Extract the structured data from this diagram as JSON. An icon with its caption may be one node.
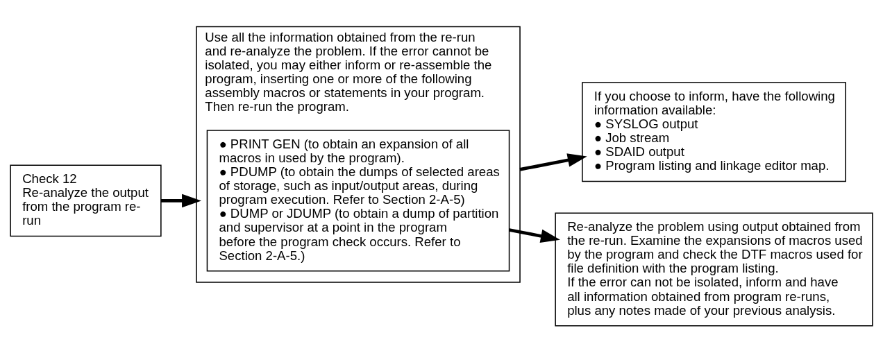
{
  "diagram": {
    "nodes": [
      {
        "text": [
          "Check 12",
          "Re-analyze the output from the program re-run"
        ]
      },
      {
        "text": [
          "Use all the information obtained from the re-run and re-analyze the problem. If the error cannot be isolated, you may either inform or re-assemble the program, inserting one or more of the following assembly macros or statements in your program. Then re-run the program."
        ]
      },
      {
        "text": [
          "● PRINT GEN (to obtain an expansion of all macros in used by the program).",
          "● PDUMP (to obtain the dumps of selected areas of storage, such as input/output areas, during program execution. Refer to Section 2-A-5)",
          "● DUMP or JDUMP (to obtain a dump of partition and supervisor at a point in the program before the program check occurs. Refer to Section 2-A-5.)"
        ],
        "in": 1
      },
      {
        "text": [
          "If you choose to inform, have the following information available:",
          "● SYSLOG output",
          "● Job stream",
          "● SDAID output",
          "● Program listing and linkage editor map."
        ]
      },
      {
        "text": [
          "Re-analyze the problem using output obtained from the re-run. Examine the expansions of macros used by the program and check the DTF macros used for file definition with the program listing.",
          "If the error can not be isolated, inform and have all information obtained from program re-runs, plus any notes made of your previous analysis."
        ]
      }
    ],
    "edges": [
      {
        "from": 0,
        "to": 1,
        "arrow": "to"
      },
      {
        "from": 1,
        "to": 3,
        "arrow": "to"
      },
      {
        "from": 2,
        "to": 4,
        "arrow": "to"
      }
    ]
  }
}
